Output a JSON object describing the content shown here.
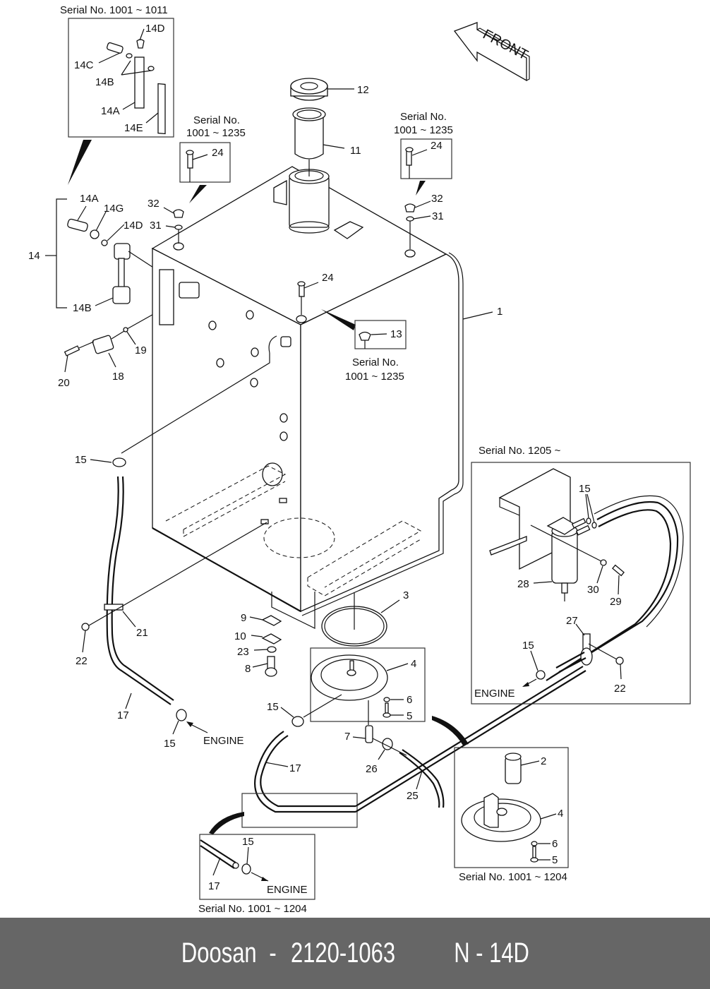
{
  "diagram": {
    "title": "Hydraulic / fuel tank assembly exploded view",
    "front_arrow": "FRONT",
    "serial_notes": {
      "top_left_detail": "Serial No. 1001 ~ 1011",
      "left_bolt_detail_l1": "Serial No.",
      "left_bolt_detail_l2": "1001 ~ 1235",
      "right_bolt_detail_l1": "Serial No.",
      "right_bolt_detail_l2": "1001 ~ 1235",
      "cap_detail_l1": "Serial No.",
      "cap_detail_l2": "1001 ~ 1235",
      "filter_detail": "Serial No. 1205 ~",
      "strainer_detail": "Serial No. 1001 ~ 1204",
      "hose_detail": "Serial No. 1001 ~ 1204"
    },
    "engine_labels": {
      "left": "ENGINE",
      "filter_box": "ENGINE",
      "hose_box": "ENGINE"
    },
    "callouts": {
      "c14D_top": "14D",
      "c14C": "14C",
      "c14B_top": "14B",
      "c14A_top": "14A",
      "c14E": "14E",
      "c14": "14",
      "c14A": "14A",
      "c14G": "14G",
      "c14D": "14D",
      "c14B": "14B",
      "c12": "12",
      "c11": "11",
      "c24_left": "24",
      "c24_right": "24",
      "c24_mid": "24",
      "c32_left": "32",
      "c31_left": "31",
      "c32_right": "32",
      "c31_right": "31",
      "c13": "13",
      "c1": "1",
      "c19": "19",
      "c18": "18",
      "c20": "20",
      "c15_a": "15",
      "c15_b": "15",
      "c15_c": "15",
      "c15_d": "15",
      "c15_e": "15",
      "c15_f": "15",
      "c21": "21",
      "c22_left": "22",
      "c22_right": "22",
      "c17_left": "17",
      "c17_mid": "17",
      "c17_box": "17",
      "c3": "3",
      "c9": "9",
      "c10": "10",
      "c23": "23",
      "c8": "8",
      "c4": "4",
      "c6": "6",
      "c5": "5",
      "c7": "7",
      "c26": "26",
      "c25": "25",
      "c2": "2",
      "c4_box": "4",
      "c6_box": "6",
      "c5_box": "5",
      "c27": "27",
      "c28": "28",
      "c29": "29",
      "c30": "30"
    }
  },
  "footer": {
    "brand": "Doosan",
    "separator": "-",
    "part_number": "2120-1063",
    "catalog_code": "N - 14D"
  }
}
